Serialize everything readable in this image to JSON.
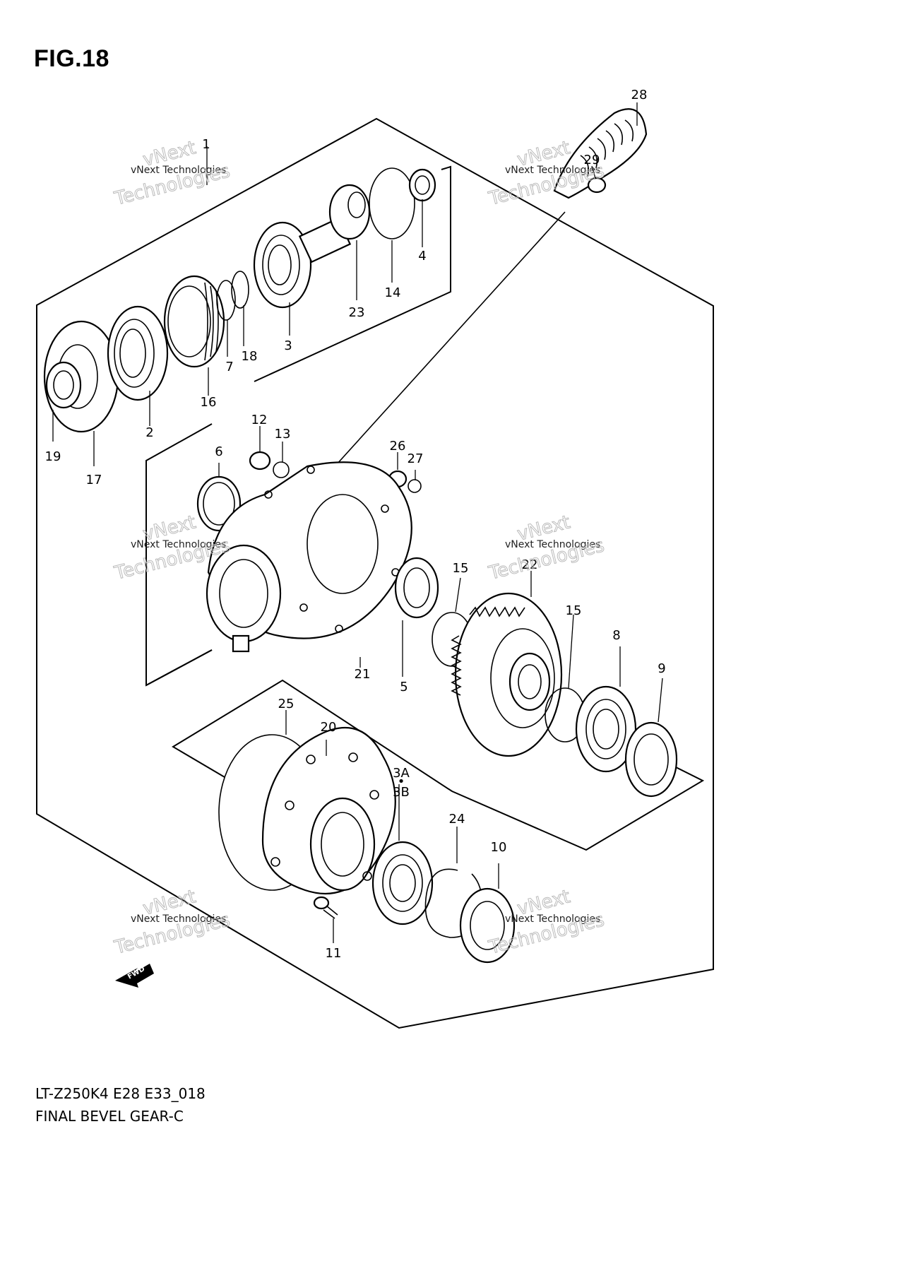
{
  "figure": {
    "title": "FIG.18"
  },
  "footer": {
    "model_code": "LT-Z250K4 E28 E33_018",
    "diagram_name": "FINAL BEVEL GEAR-C"
  },
  "watermark": {
    "company": "vNext Technologies",
    "brand_line_1": "vNext",
    "brand_line_2": "Technologies"
  },
  "fwd_label": "FWD",
  "part_numbers": {
    "p1": "1",
    "p2": "2",
    "p3": "3",
    "p3a": "3A",
    "p3b": "3B",
    "p4": "4",
    "p5": "5",
    "p6": "6",
    "p7": "7",
    "p8": "8",
    "p9": "9",
    "p10": "10",
    "p11": "11",
    "p12": "12",
    "p13": "13",
    "p14": "14",
    "p15a": "15",
    "p15b": "15",
    "p16": "16",
    "p17": "17",
    "p18": "18",
    "p19": "19",
    "p20": "20",
    "p21": "21",
    "p22": "22",
    "p23": "23",
    "p24": "24",
    "p25": "25",
    "p26": "26",
    "p27": "27",
    "p28": "28",
    "p29": "29"
  }
}
